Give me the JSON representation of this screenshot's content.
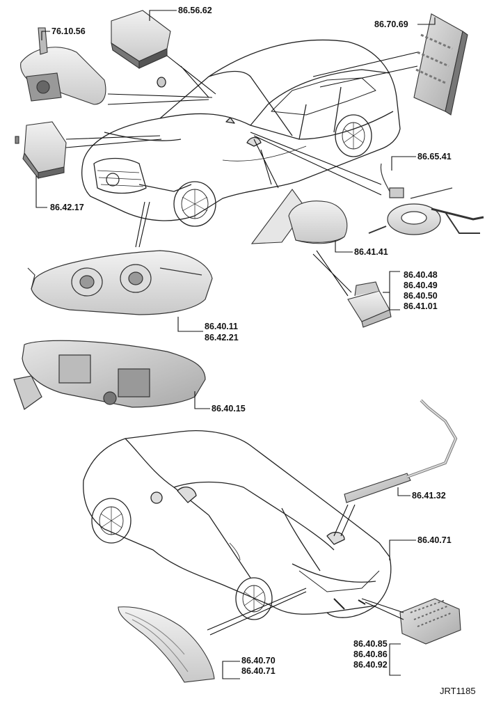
{
  "diagram": {
    "reference": "JRT1185",
    "callouts": [
      {
        "id": "interior-mirror-camera",
        "codes": [
          "76.10.56"
        ]
      },
      {
        "id": "front-radar-module",
        "codes": [
          "86.56.62"
        ]
      },
      {
        "id": "fuse-box",
        "codes": [
          "86.70.69"
        ]
      },
      {
        "id": "control-module",
        "codes": [
          "86.42.17"
        ]
      },
      {
        "id": "clockspring-switches",
        "codes": [
          "86.65.41"
        ]
      },
      {
        "id": "door-mirror",
        "codes": [
          "86.41.41"
        ]
      },
      {
        "id": "puddle-lamp",
        "codes": [
          "86.40.48",
          "86.40.49",
          "86.40.50",
          "86.41.01"
        ]
      },
      {
        "id": "headlamp-assembly",
        "codes": [
          "86.40.11",
          "86.42.21"
        ]
      },
      {
        "id": "headlamp-rear-module",
        "codes": [
          "86.40.15"
        ]
      },
      {
        "id": "high-mounted-stop-lamp",
        "codes": [
          "86.41.32"
        ]
      },
      {
        "id": "rear-lamp-module",
        "codes": [
          "86.40.71"
        ]
      },
      {
        "id": "rear-control-module",
        "codes": [
          "86.40.85",
          "86.40.86",
          "86.40.92"
        ]
      },
      {
        "id": "tail-lamp-assembly",
        "codes": [
          "86.40.70",
          "86.40.71"
        ]
      }
    ]
  }
}
